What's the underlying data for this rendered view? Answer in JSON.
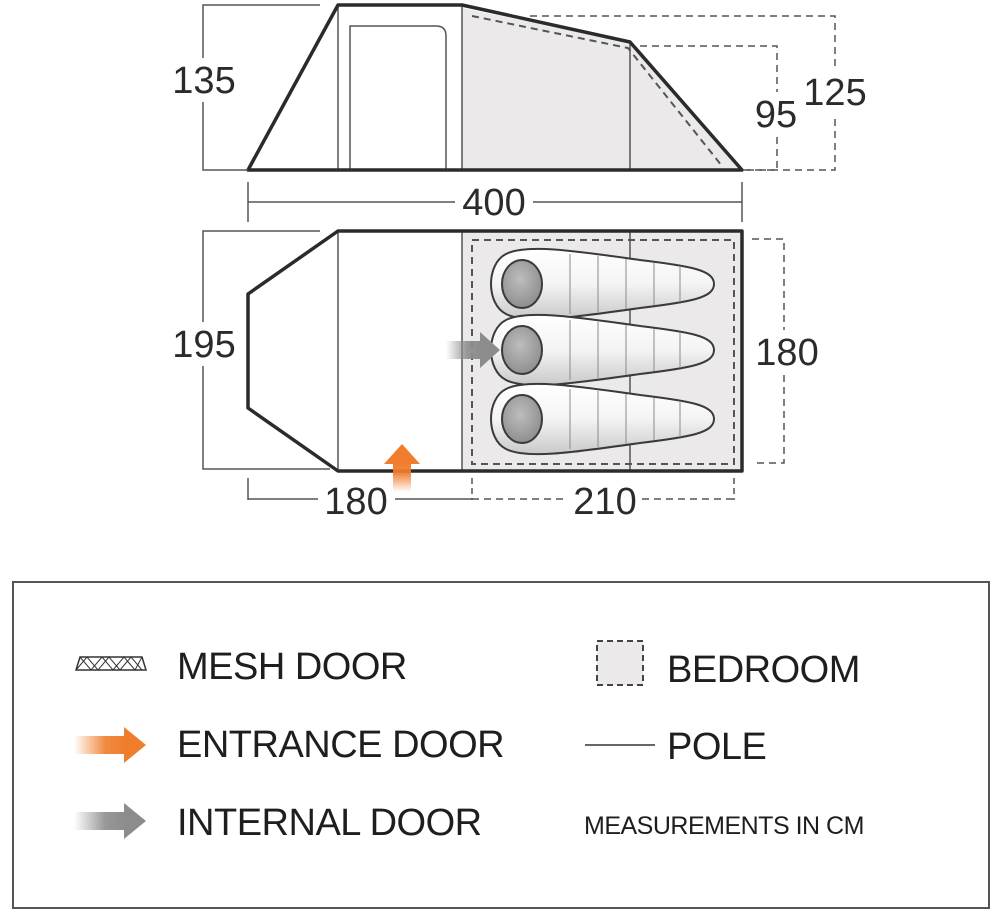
{
  "dimensions": {
    "height_main": "135",
    "height_bedroom": "125",
    "height_rear": "95",
    "length_total": "400",
    "width_total": "195",
    "width_bedroom": "180",
    "length_porch": "180",
    "length_bedroom": "210"
  },
  "legend": {
    "mesh_door": "MESH DOOR",
    "entrance_door": "ENTRANCE DOOR",
    "internal_door": "INTERNAL DOOR",
    "bedroom": "BEDROOM",
    "pole": "POLE",
    "measurements_note": "MEASUREMENTS IN CM"
  },
  "colors": {
    "outline": "#2b2b2b",
    "bedroom_fill": "#ebe9e9",
    "dashed": "#555555",
    "entrance_arrow": "#ef7d2c",
    "internal_arrow": "#8c8c8c",
    "sleeping_bag_head": "#a9a9a9"
  },
  "icons": {
    "mesh_door": "mesh-door-icon",
    "entrance_door": "orange-arrow-icon",
    "internal_door": "gray-arrow-icon",
    "bedroom": "dashed-square-icon",
    "pole": "line-icon"
  }
}
